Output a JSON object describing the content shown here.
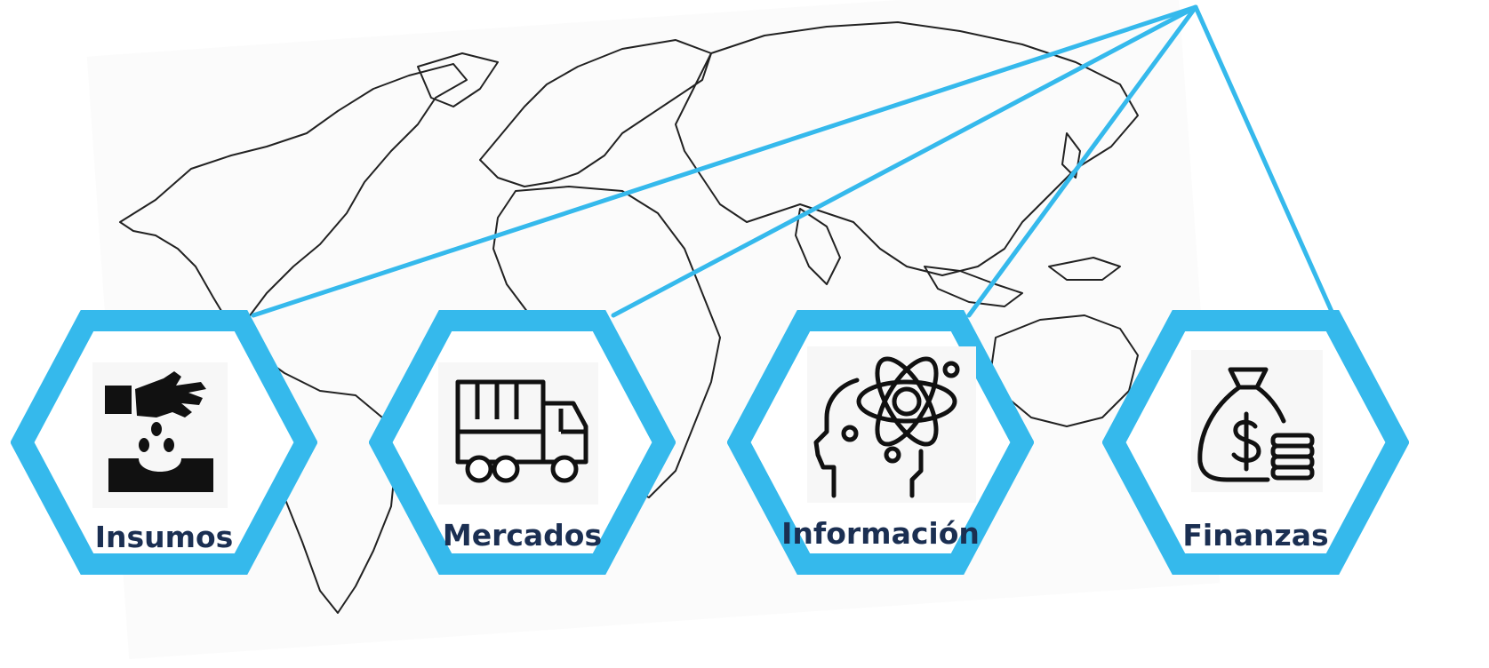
{
  "diagram": {
    "accent_color": "#35b9ec",
    "label_color": "#1b2f52",
    "background": "world-map-outline",
    "nodes": [
      {
        "label": "Insumos",
        "icon": "hand-sowing-seeds-icon"
      },
      {
        "label": "Mercados",
        "icon": "delivery-truck-icon"
      },
      {
        "label": "Información",
        "icon": "head-atom-icon"
      },
      {
        "label": "Finanzas",
        "icon": "money-bag-coins-icon"
      }
    ]
  }
}
